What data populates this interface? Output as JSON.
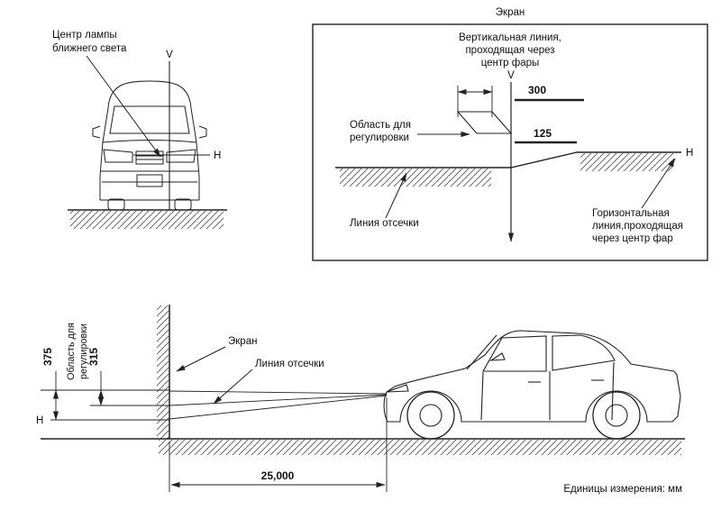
{
  "colors": {
    "ink": "#1a1a1a",
    "background": "#ffffff"
  },
  "front_view": {
    "lamp_label_lines": [
      "Центр лампы",
      "ближнего света"
    ],
    "v_label": "V",
    "h_label": "Н"
  },
  "screen_panel": {
    "title": "Экран",
    "vertical_line_label_lines": [
      "Вертикальная линия,",
      "проходящая через",
      "центр фары"
    ],
    "v_label": "V",
    "dim_300": "300",
    "dim_125": "125",
    "adjust_label_lines": [
      "Область для",
      "регулировки"
    ],
    "cutoff_label": "Линия отсечки",
    "horizontal_line_label_lines": [
      "Горизонтальная",
      "линия,проходящая",
      "через центр фар"
    ],
    "h_label": "Н"
  },
  "side_view": {
    "screen_label": "Экран",
    "cutoff_label": "Линия отсечки",
    "dim_375": "375",
    "dim_315": "315",
    "adjust_label_lines": [
      "Область для",
      "регулировки"
    ],
    "h_label": "Н",
    "distance_label": "25,000",
    "units_label": "Единицы измерения: мм"
  }
}
